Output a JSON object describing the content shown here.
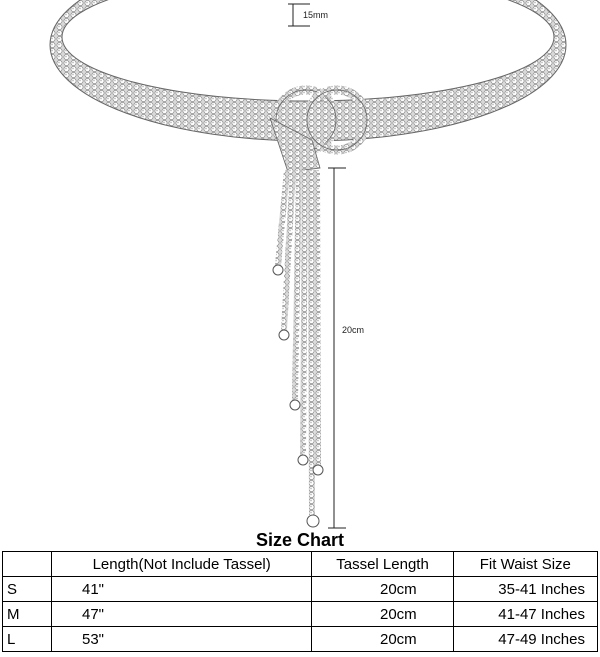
{
  "dimensions": {
    "width_label": "15mm",
    "tassel_label": "20cm"
  },
  "size_chart": {
    "title": "Size Chart",
    "headers": [
      "",
      "Length(Not Include Tassel)",
      "Tassel Length",
      "Fit Waist Size"
    ],
    "rows": [
      {
        "size": "S",
        "length": "41\"",
        "tassel": "20cm",
        "waist": "35-41 Inches"
      },
      {
        "size": "M",
        "length": "47\"",
        "tassel": "20cm",
        "waist": "41-47 Inches"
      },
      {
        "size": "L",
        "length": "53\"",
        "tassel": "20cm",
        "waist": "47-49 Inches"
      }
    ]
  },
  "colors": {
    "metal": "#b8b8b8",
    "stone": "#f2f2f2",
    "outline": "#555555"
  }
}
